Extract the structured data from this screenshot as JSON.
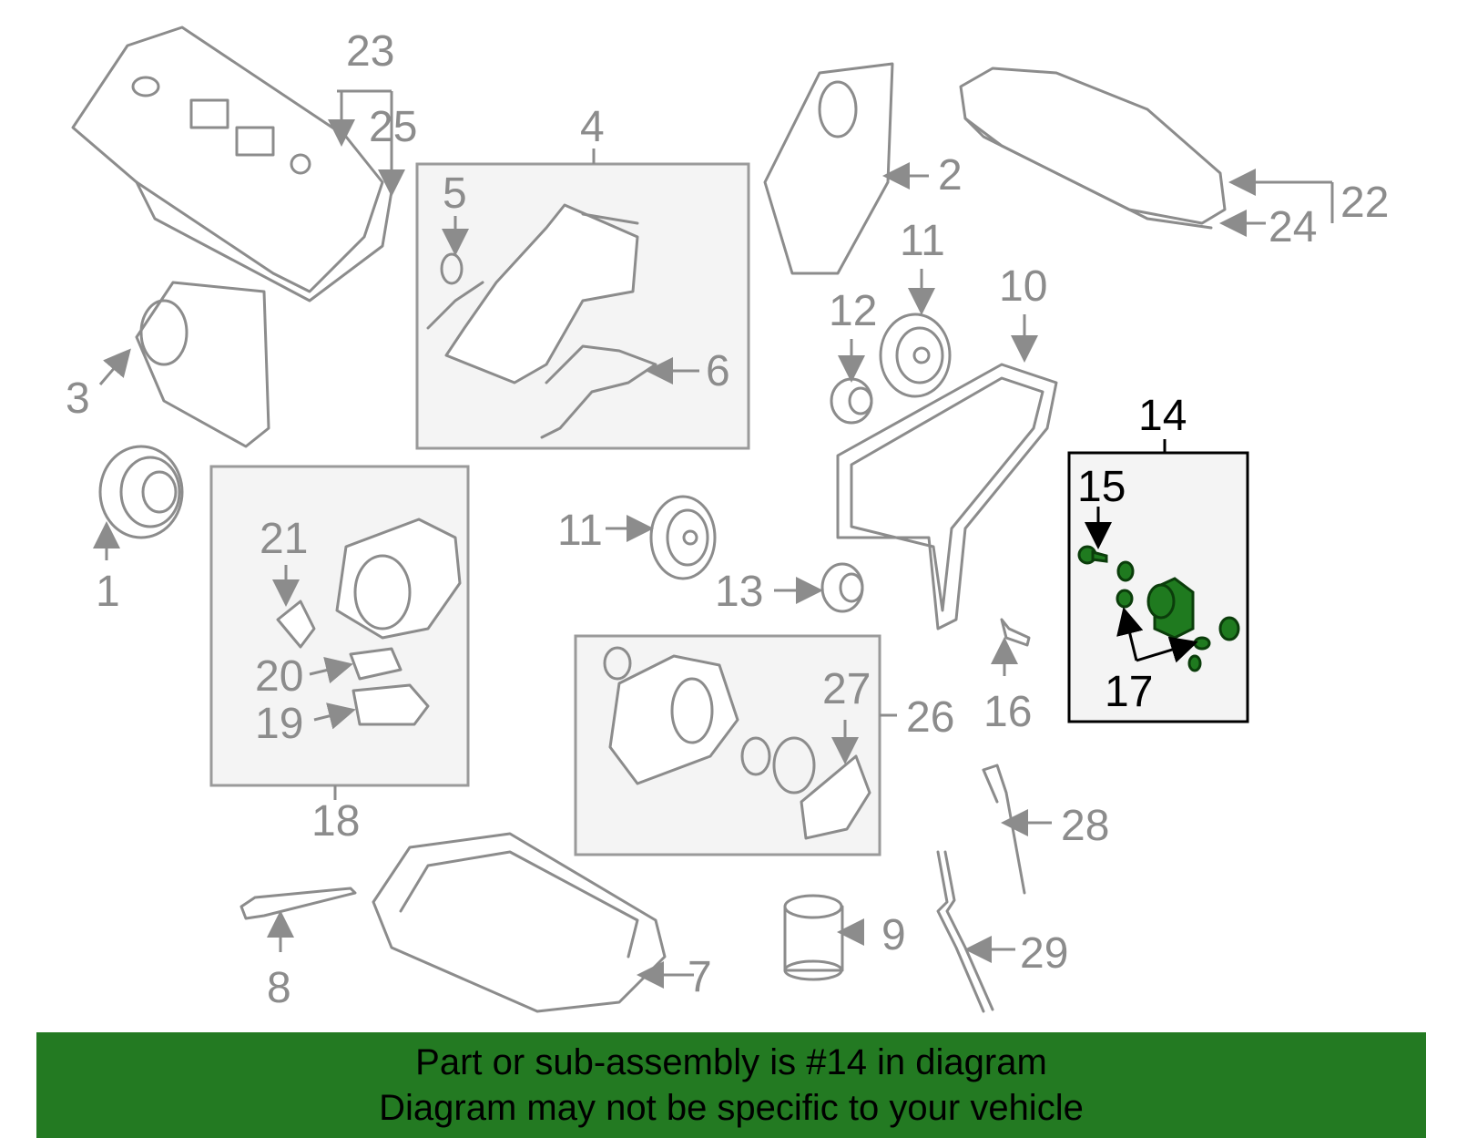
{
  "labels": {
    "l1": "1",
    "l2": "2",
    "l3": "3",
    "l4": "4",
    "l5": "5",
    "l6": "6",
    "l7": "7",
    "l8": "8",
    "l9": "9",
    "l10": "10",
    "l11a": "11",
    "l11b": "11",
    "l12": "12",
    "l13": "13",
    "l14": "14",
    "l15": "15",
    "l16": "16",
    "l17": "17",
    "l18": "18",
    "l19": "19",
    "l20": "20",
    "l21": "21",
    "l22": "22",
    "l23": "23",
    "l24": "24",
    "l25": "25",
    "l26": "26",
    "l27": "27",
    "l28": "28",
    "l29": "29"
  },
  "colors": {
    "highlight_part": "#1f7a1f",
    "banner_bg": "#237a22",
    "label_gray": "#8c8c8c",
    "highlight_label": "#000000"
  },
  "banner": {
    "line1": "Part or sub-assembly is #14 in diagram",
    "line2": "Diagram may not be specific to your vehicle"
  }
}
